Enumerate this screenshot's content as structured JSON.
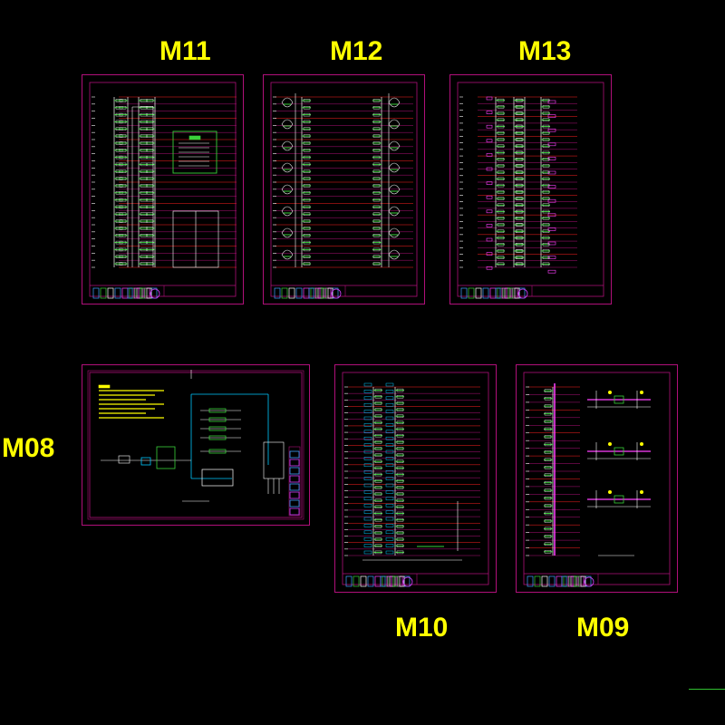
{
  "sheets": [
    {
      "id": "m11",
      "label": "M11"
    },
    {
      "id": "m12",
      "label": "M12"
    },
    {
      "id": "m13",
      "label": "M13"
    },
    {
      "id": "m08",
      "label": "M08"
    },
    {
      "id": "m10",
      "label": "M10"
    },
    {
      "id": "m09",
      "label": "M09"
    }
  ],
  "colors": {
    "label": "#ffff00",
    "frame": "#b0107a",
    "line": "#ffffff",
    "riser": "#3ad13a",
    "accent": "#00c8ff",
    "fixture": "#ff40ff",
    "red": "#ff2020"
  }
}
